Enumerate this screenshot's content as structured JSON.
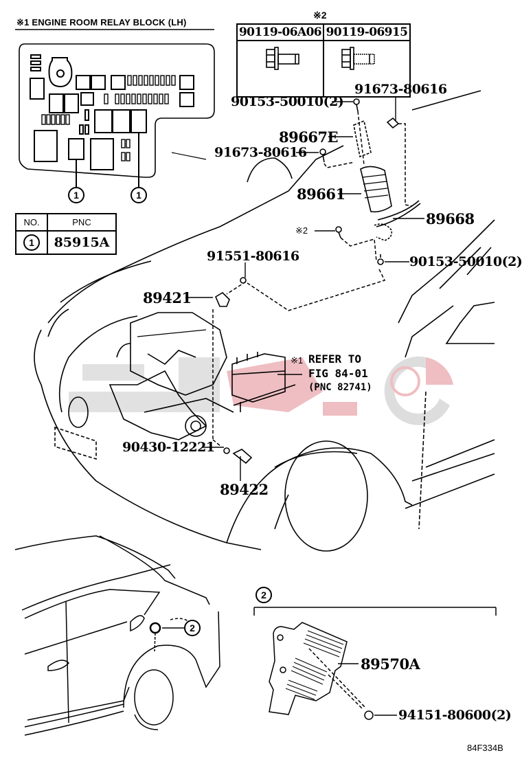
{
  "diagram": {
    "figure_code": "84F334B",
    "watermark_colors": {
      "red": "#e8a0a6",
      "gray": "#d8d8d8"
    },
    "relay_block": {
      "title": "※1  ENGINE ROOM RELAY BLOCK (LH)",
      "callouts": [
        "1",
        "1"
      ]
    },
    "pnc_table": {
      "headers": [
        "NO.",
        "PNC"
      ],
      "rows": [
        {
          "no": "1",
          "pnc": "85915A"
        }
      ]
    },
    "bolt_table": {
      "note": "※2",
      "columns": [
        {
          "part": "90119-06A06",
          "icon": "flange-bolt-icon"
        },
        {
          "part": "90119-06915",
          "icon": "flange-bolt-threaded-icon"
        }
      ]
    },
    "labels": {
      "l_91673_top": "91673-80616",
      "l_90153_top": "90153-50010(2)",
      "l_89667E": "89667E",
      "l_91673_mid": "91673-80616",
      "l_89661": "89661",
      "l_89668": "89668",
      "l_note2": "※2",
      "l_90153_bot": "90153-50010(2)",
      "l_91551": "91551-80616",
      "l_89421": "89421",
      "l_refer_mark": "※1",
      "l_refer_1": "REFER TO",
      "l_refer_2": "FIG 84-01",
      "l_refer_3": "(PNC 82741)",
      "l_90430": "90430-12221",
      "l_89422": "89422",
      "l_callout_2_rear": "2",
      "l_callout_2_detail": "2",
      "l_89570A": "89570A",
      "l_94151": "94151-80600(2)"
    }
  }
}
